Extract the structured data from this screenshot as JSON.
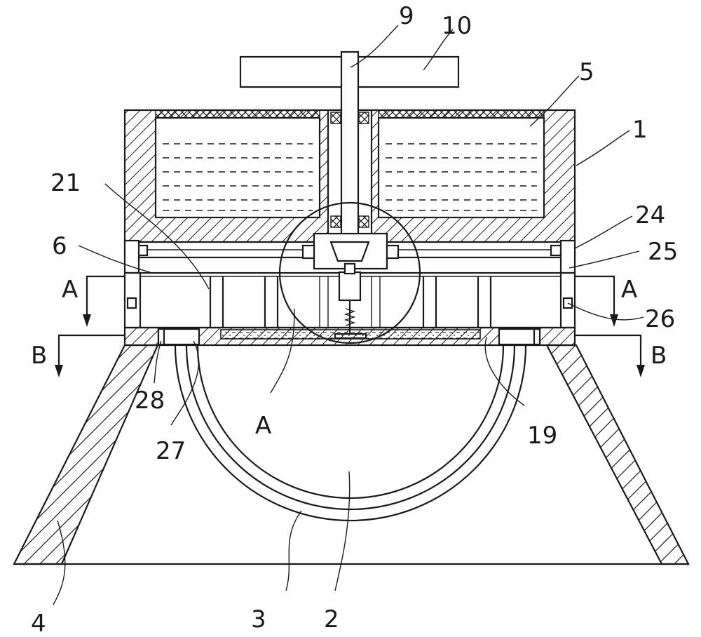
{
  "labels": {
    "l1": "1",
    "l2": "2",
    "l3": "3",
    "l4": "4",
    "l5": "5",
    "l6": "6",
    "l9": "9",
    "l10": "10",
    "l19": "19",
    "l21": "21",
    "l24": "24",
    "l25": "25",
    "l26": "26",
    "l27": "27",
    "l28": "28",
    "section_a_left": "A",
    "section_a_right": "A",
    "section_b_left": "B",
    "section_b_right": "B",
    "detail_a": "A"
  }
}
